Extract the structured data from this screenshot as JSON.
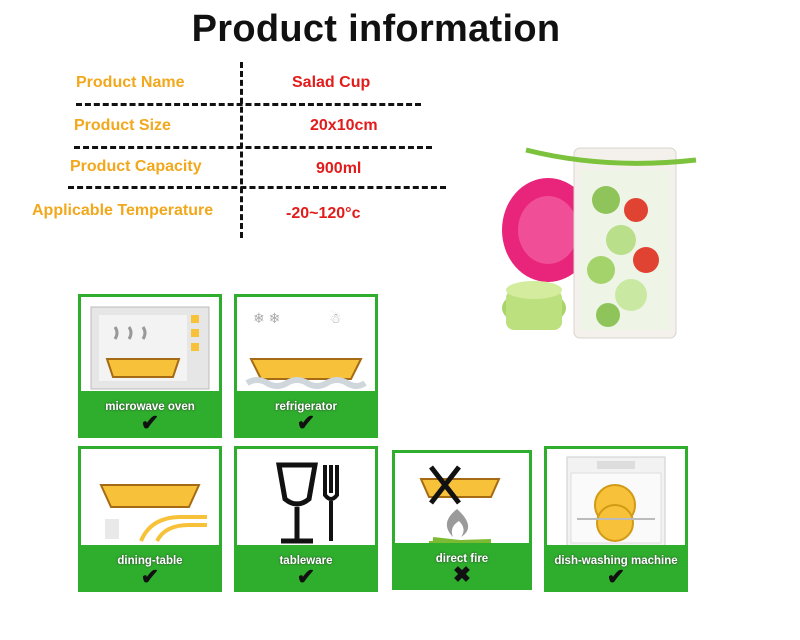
{
  "title": "Product information",
  "specs": [
    {
      "label": "Product Name",
      "value": "Salad Cup"
    },
    {
      "label": "Product Size",
      "value": "20x10cm"
    },
    {
      "label": "Product Capacity",
      "value": "900ml"
    },
    {
      "label": "Applicable Temperature",
      "value": "-20~120°c"
    }
  ],
  "colors": {
    "label": "#f2a81c",
    "value": "#e21b1b",
    "card_green": "#2fae2d",
    "dish": "#f7c23a"
  },
  "usage": [
    {
      "label": "microwave oven",
      "mark": "✔",
      "icon": "microwave-icon"
    },
    {
      "label": "refrigerator",
      "mark": "✔",
      "icon": "refrigerator-icon"
    },
    {
      "label": "dining-table",
      "mark": "✔",
      "icon": "dining-table-icon"
    },
    {
      "label": "tableware",
      "mark": "✔",
      "icon": "tableware-icon"
    },
    {
      "label": "direct fire",
      "mark": "✖",
      "icon": "direct-fire-icon"
    },
    {
      "label": "dish-washing machine",
      "mark": "✔",
      "icon": "dishwasher-icon"
    }
  ],
  "product_image": "salad-cup-photo"
}
